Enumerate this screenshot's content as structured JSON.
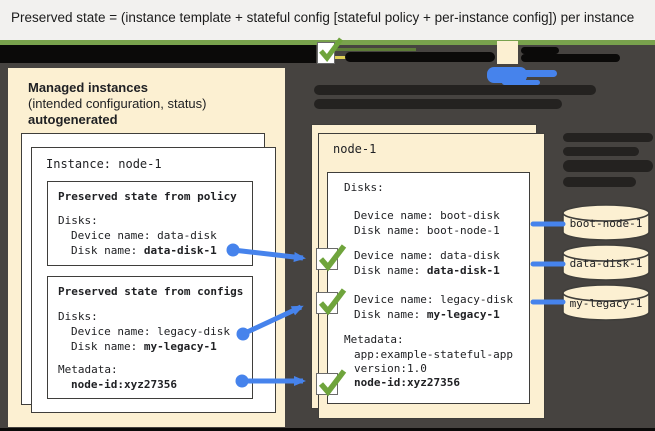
{
  "banner": {
    "title": "Preserved state = (instance template + stateful config [stateful policy + per-instance config]) per instance"
  },
  "left_panel": {
    "heading_bold": "Managed instances",
    "heading_line2": "(intended configuration, status)",
    "heading_line3": "autogenerated",
    "instance_title": "Instance: node-1",
    "policy_box": {
      "title": "Preserved state from policy",
      "disks_label": "Disks:",
      "device_line": "Device name: data-disk",
      "disk_label": "Disk name: ",
      "disk_value": "data-disk-1"
    },
    "configs_box": {
      "title": "Preserved state from configs",
      "disks_label": "Disks:",
      "device_line": "Device name: legacy-disk",
      "disk_label": "Disk name: ",
      "disk_value": "my-legacy-1",
      "metadata_label": "Metadata:",
      "metadata_value": "node-id:xyz27356"
    }
  },
  "vm_panel": {
    "title": "node-1",
    "disks_label": "Disks:",
    "boot": {
      "device_line": "Device name: boot-disk",
      "disk_label": "Disk name: ",
      "disk_value": "boot-node-1"
    },
    "data": {
      "device_line": "Device name: data-disk",
      "disk_label": "Disk name: ",
      "disk_value": "data-disk-1"
    },
    "legacy": {
      "device_line": "Device name: legacy-disk",
      "disk_label": "Disk name: ",
      "disk_value": "my-legacy-1"
    },
    "metadata": {
      "label": "Metadata:",
      "line1": "app:example-stateful-app",
      "line2": "version:1.0",
      "line3_bold": "node-id:xyz27356"
    }
  },
  "disk_cylinders": {
    "boot": "boot-node-1",
    "data": "data-disk-1",
    "legacy": "my-legacy-1"
  },
  "colors": {
    "background": "#464340",
    "panel_beige": "#fcf0d2",
    "accent_green": "#79a24d",
    "check_green": "#6fa43c",
    "connector_blue": "#4683ec"
  }
}
